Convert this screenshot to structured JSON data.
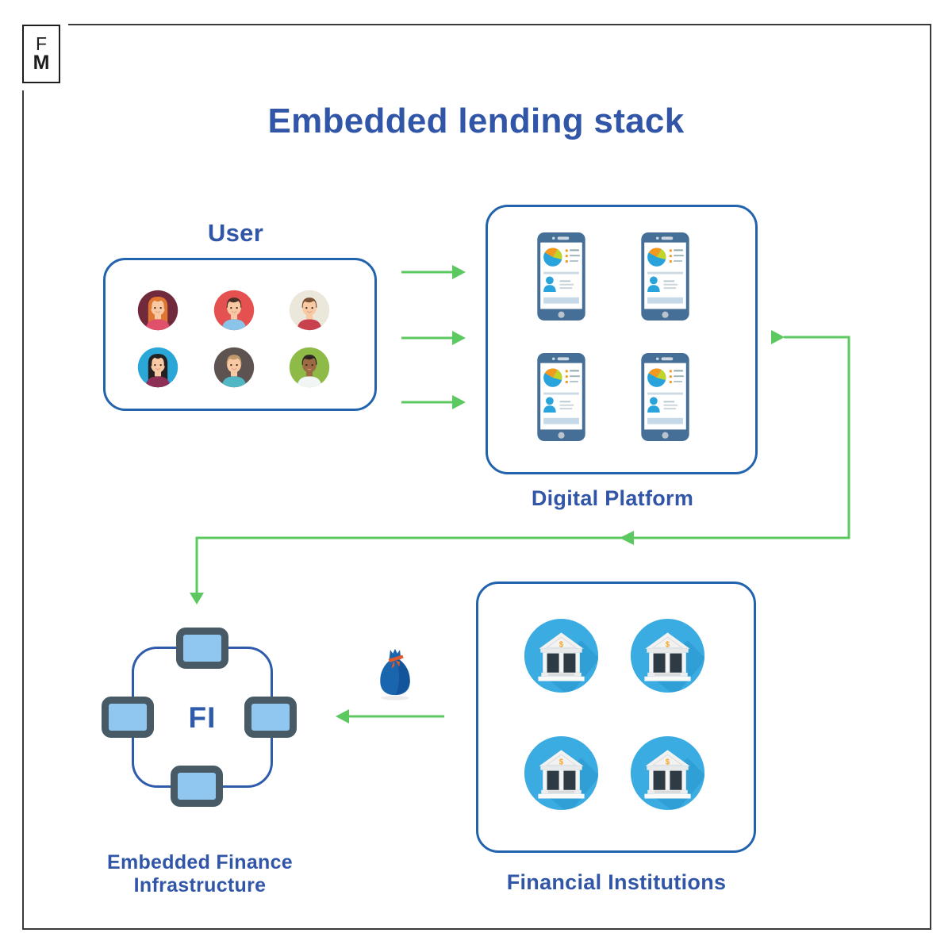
{
  "logo": {
    "letter_top": "F",
    "letter_bottom": "M"
  },
  "title": "Embedded lending stack",
  "user": {
    "label": "User",
    "avatars": [
      {
        "name": "woman-red-hair",
        "bg": "#71293c"
      },
      {
        "name": "man-dark-hair",
        "bg": "#e55050"
      },
      {
        "name": "man-brown-hair",
        "bg": "#ebe7da"
      },
      {
        "name": "woman-black-hair",
        "bg": "#2ba7d7"
      },
      {
        "name": "man-sandy-hair",
        "bg": "#5d5351"
      },
      {
        "name": "man-dark-skin",
        "bg": "#8eba48"
      }
    ]
  },
  "digital_platform": {
    "label": "Digital Platform",
    "phone_count": 4
  },
  "embedded_finance": {
    "abbr": "FI",
    "label_line1": "Embedded Finance",
    "label_line2": "Infrastructure",
    "node_count": 4
  },
  "financial_institutions": {
    "label": "Financial Institutions",
    "bank_count": 4,
    "currency_symbol": "$"
  },
  "flow": {
    "user_to_platform_arrows": 3,
    "platform_to_infrastructure_path": "right-down-left-down",
    "institutions_to_infrastructure": "money-bag with left arrow"
  },
  "colors": {
    "label_blue": "#3156a8",
    "box_border_blue": "#2263ae",
    "arrow_green": "#5bc95f",
    "fi_node_fill": "#8fc7f1",
    "fi_node_border": "#475a66",
    "bank_circle_blue": "#3bace2",
    "phone_body_blue": "#456f97",
    "money_bag_blue": "#1a66ae",
    "frame_dark": "#3a3a3a"
  }
}
